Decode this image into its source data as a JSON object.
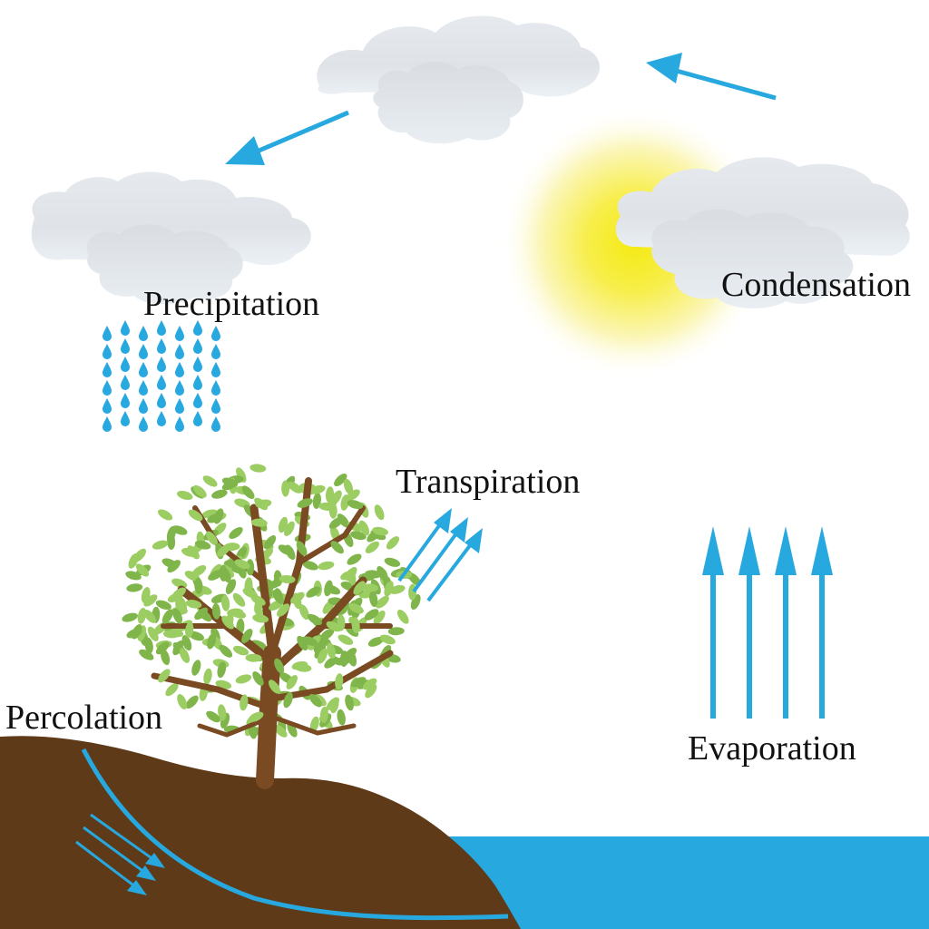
{
  "labels": {
    "precipitation": "Precipitation",
    "condensation": "Condensation",
    "transpiration": "Transpiration",
    "evaporation": "Evaporation",
    "percolation": "Percolation"
  },
  "colors": {
    "arrow": "#27a8df",
    "water": "#27a8df",
    "soil": "#5e3a18",
    "trunk": "#7a4a22",
    "leaf_light": "#a3cf6b",
    "leaf_dark": "#7eb34b",
    "sun": "#f3e519",
    "cloud": "#e9edf2"
  }
}
